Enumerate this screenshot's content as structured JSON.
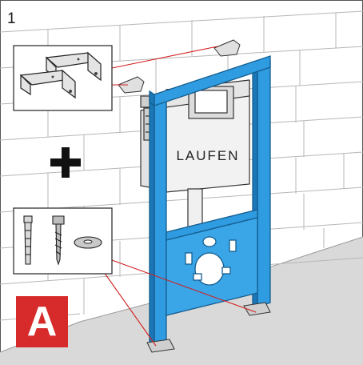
{
  "step": {
    "number": "1"
  },
  "product": {
    "brand": "LAUFEN"
  },
  "badge": {
    "letter": "A"
  },
  "icons": {
    "plus": "plus-icon"
  },
  "colors": {
    "frame": "#2f9be0",
    "frame_dark": "#1a78b8",
    "callout_line": "#d21f1f",
    "badge": "#d72b2b",
    "cistern": "#f2f2f2",
    "wall": "#ffffff",
    "floor": "#d9d9d9"
  }
}
